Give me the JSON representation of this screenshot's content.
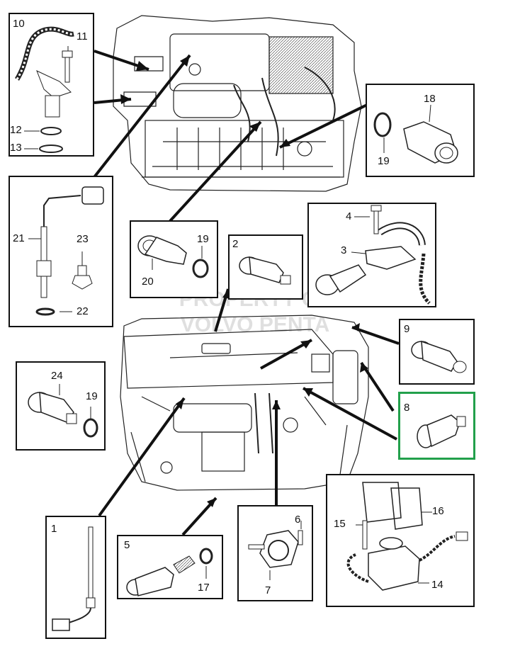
{
  "watermark": [
    "PROPERTY OF",
    "VOLVO PENTA"
  ],
  "highlight_color": "#22a04b",
  "line_color": "#111111",
  "highlighted_part": "8",
  "callouts": {
    "c1": "1",
    "c2": "2",
    "c3": "3",
    "c4": "4",
    "c5": "5",
    "c6": "6",
    "c7": "7",
    "c8": "8",
    "c9": "9",
    "c10": "10",
    "c11": "11",
    "c12": "12",
    "c13": "13",
    "c14": "14",
    "c15": "15",
    "c16": "16",
    "c17": "17",
    "c18": "18",
    "c19a": "19",
    "c19b": "19",
    "c19c": "19",
    "c20": "20",
    "c21": "21",
    "c22": "22",
    "c23": "23",
    "c24": "24"
  }
}
